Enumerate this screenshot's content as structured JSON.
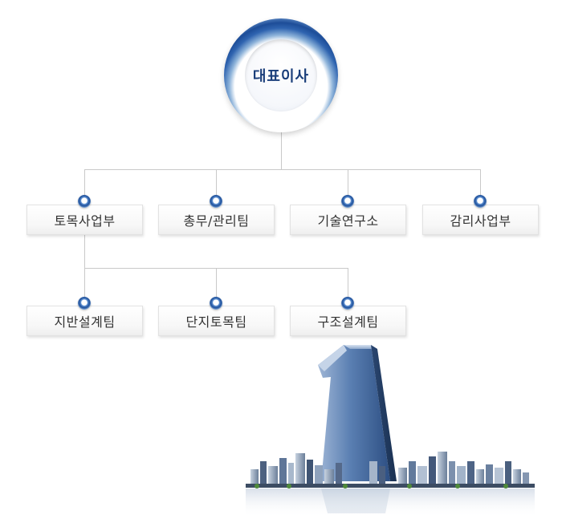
{
  "diagram": {
    "root": {
      "label": "대표이사"
    },
    "divisions": [
      {
        "label": "토목사업부"
      },
      {
        "label": "총무/관리팀"
      },
      {
        "label": "기술연구소"
      },
      {
        "label": "감리사업부"
      }
    ],
    "teams": [
      {
        "label": "지반설계팀"
      },
      {
        "label": "단지토목팀"
      },
      {
        "label": "구조설계팀"
      }
    ]
  },
  "colors": {
    "connector": "#c9c9c9",
    "root_ring": "#1d4d98",
    "root_text": "#1a3e7a",
    "box_text": "#333333",
    "monument": "#3b5f94"
  },
  "decor": {
    "graphic": "city-skyline-number-one"
  }
}
